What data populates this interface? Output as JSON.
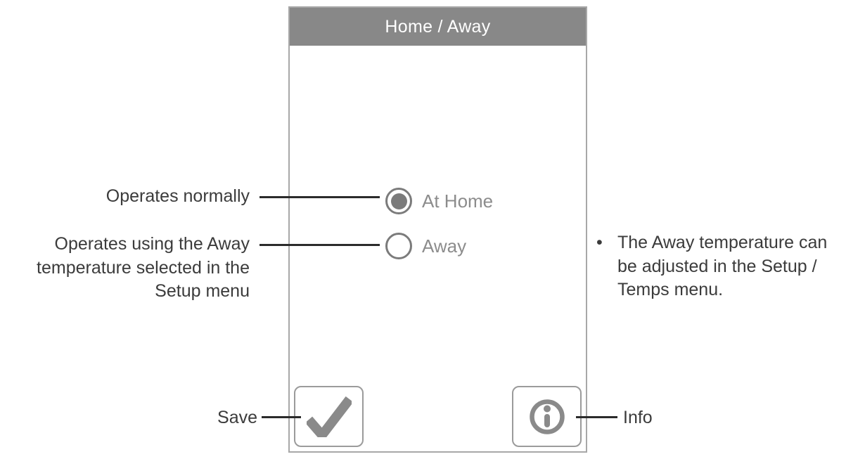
{
  "panel": {
    "title": "Home / Away",
    "options": [
      {
        "label": "At Home",
        "selected": true
      },
      {
        "label": "Away",
        "selected": false
      }
    ],
    "buttons": [
      {
        "name": "save",
        "icon": "checkmark-icon"
      },
      {
        "name": "info",
        "icon": "info-icon"
      }
    ]
  },
  "annotations": {
    "operates_normally": "Operates normally",
    "operates_away_lines": [
      "Operates using the Away",
      "temperature selected in the",
      "Setup menu"
    ],
    "save_label": "Save",
    "info_label": "Info",
    "bullet": "•",
    "note_lines": [
      "The Away temperature can",
      "be adjusted in the Setup /",
      "Temps menu."
    ]
  },
  "colors": {
    "header_bg": "#888888",
    "header_text": "#ffffff",
    "control_gray": "#8a8a8a",
    "radio_ring": "#7b7b7b",
    "option_text": "#8c8c8c",
    "annotation_text": "#3b3b3b",
    "connector_line": "#2b2b2b",
    "panel_border": "#a8a8a8",
    "button_border": "#9b9b9b"
  }
}
